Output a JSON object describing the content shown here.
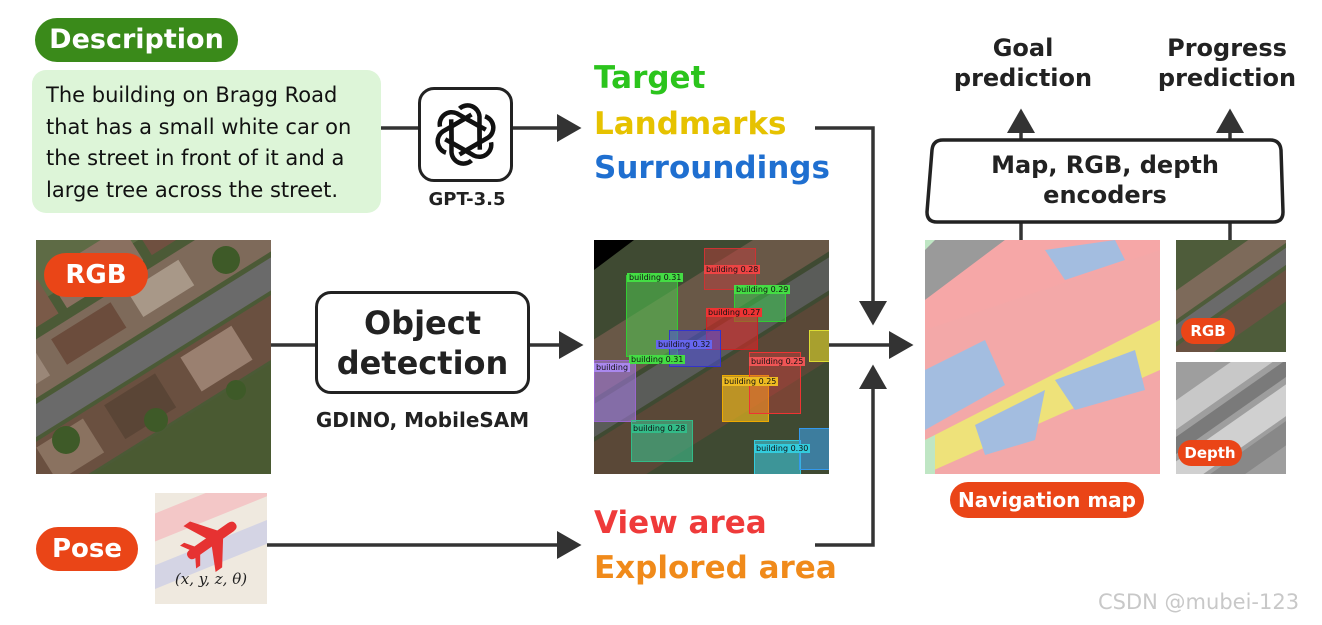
{
  "description": {
    "label": "Description",
    "lines": [
      "The building on Bragg Road",
      "that has a small white car on",
      "the street in front of it and a",
      "large tree across the street."
    ]
  },
  "gpt": {
    "label": "GPT-3.5",
    "icon": "openai-logo-icon"
  },
  "parsed": {
    "target": "Target",
    "landmarks": "Landmarks",
    "surroundings": "Surroundings"
  },
  "rgb_label": "RGB",
  "object_detection": {
    "title_line1": "Object",
    "title_line2": "detection",
    "subtitle": "GDINO, MobileSAM"
  },
  "detections": [
    {
      "label": "building 0.31"
    },
    {
      "label": "building 0.28"
    },
    {
      "label": "building 0.29"
    },
    {
      "label": "building 0.27"
    },
    {
      "label": "building 0.32"
    },
    {
      "label": "building 0.31"
    },
    {
      "label": "building 0.25"
    },
    {
      "label": "building 0.25"
    },
    {
      "label": "building 0.28"
    },
    {
      "label": "building 0.30"
    },
    {
      "label": "building"
    }
  ],
  "pose": {
    "label": "Pose",
    "caption": "(x, y, z, θ)",
    "icon": "airplane-icon"
  },
  "areas": {
    "view": "View area",
    "explored": "Explored area"
  },
  "navigation_map": {
    "label": "Navigation map"
  },
  "encoders": {
    "line1": "Map, RGB, depth",
    "line2": "encoders"
  },
  "outputs": {
    "goal_line1": "Goal",
    "goal_line2": "prediction",
    "progress_line1": "Progress",
    "progress_line2": "prediction"
  },
  "small_images": {
    "rgb": "RGB",
    "depth": "Depth"
  },
  "watermark": "CSDN @mubei-123",
  "colors": {
    "green_pill": "#3a8a1a",
    "orange_pill": "#ea4517",
    "target": "#2bc41c",
    "landmarks": "#e6c200",
    "surroundings": "#1f6fd0",
    "view_area": "#ef3a3a",
    "explored_area": "#f08a1a"
  }
}
